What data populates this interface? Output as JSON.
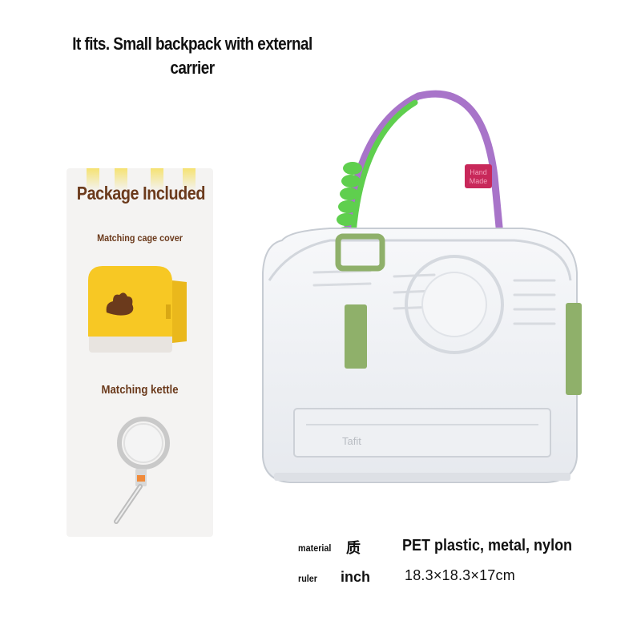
{
  "headline": "It fits. Small backpack with external carrier",
  "package": {
    "title": "Package Included",
    "cover_label": "Matching cage cover",
    "kettle_label": "Matching kettle"
  },
  "product": {
    "brand_mark": "Tafit",
    "tag_text": "Hand Made",
    "colors": {
      "handle_purple": "#a874c9",
      "handle_green": "#5fcf4e",
      "accent_green": "#8fb06a",
      "tag_red": "#c8285a",
      "cover_yellow": "#f7c824"
    }
  },
  "specs": [
    {
      "key": "material",
      "cn": "质",
      "value": "PET plastic, metal, nylon"
    },
    {
      "key": "ruler",
      "cn": "inch",
      "value": "18.3×18.3×17cm"
    }
  ]
}
